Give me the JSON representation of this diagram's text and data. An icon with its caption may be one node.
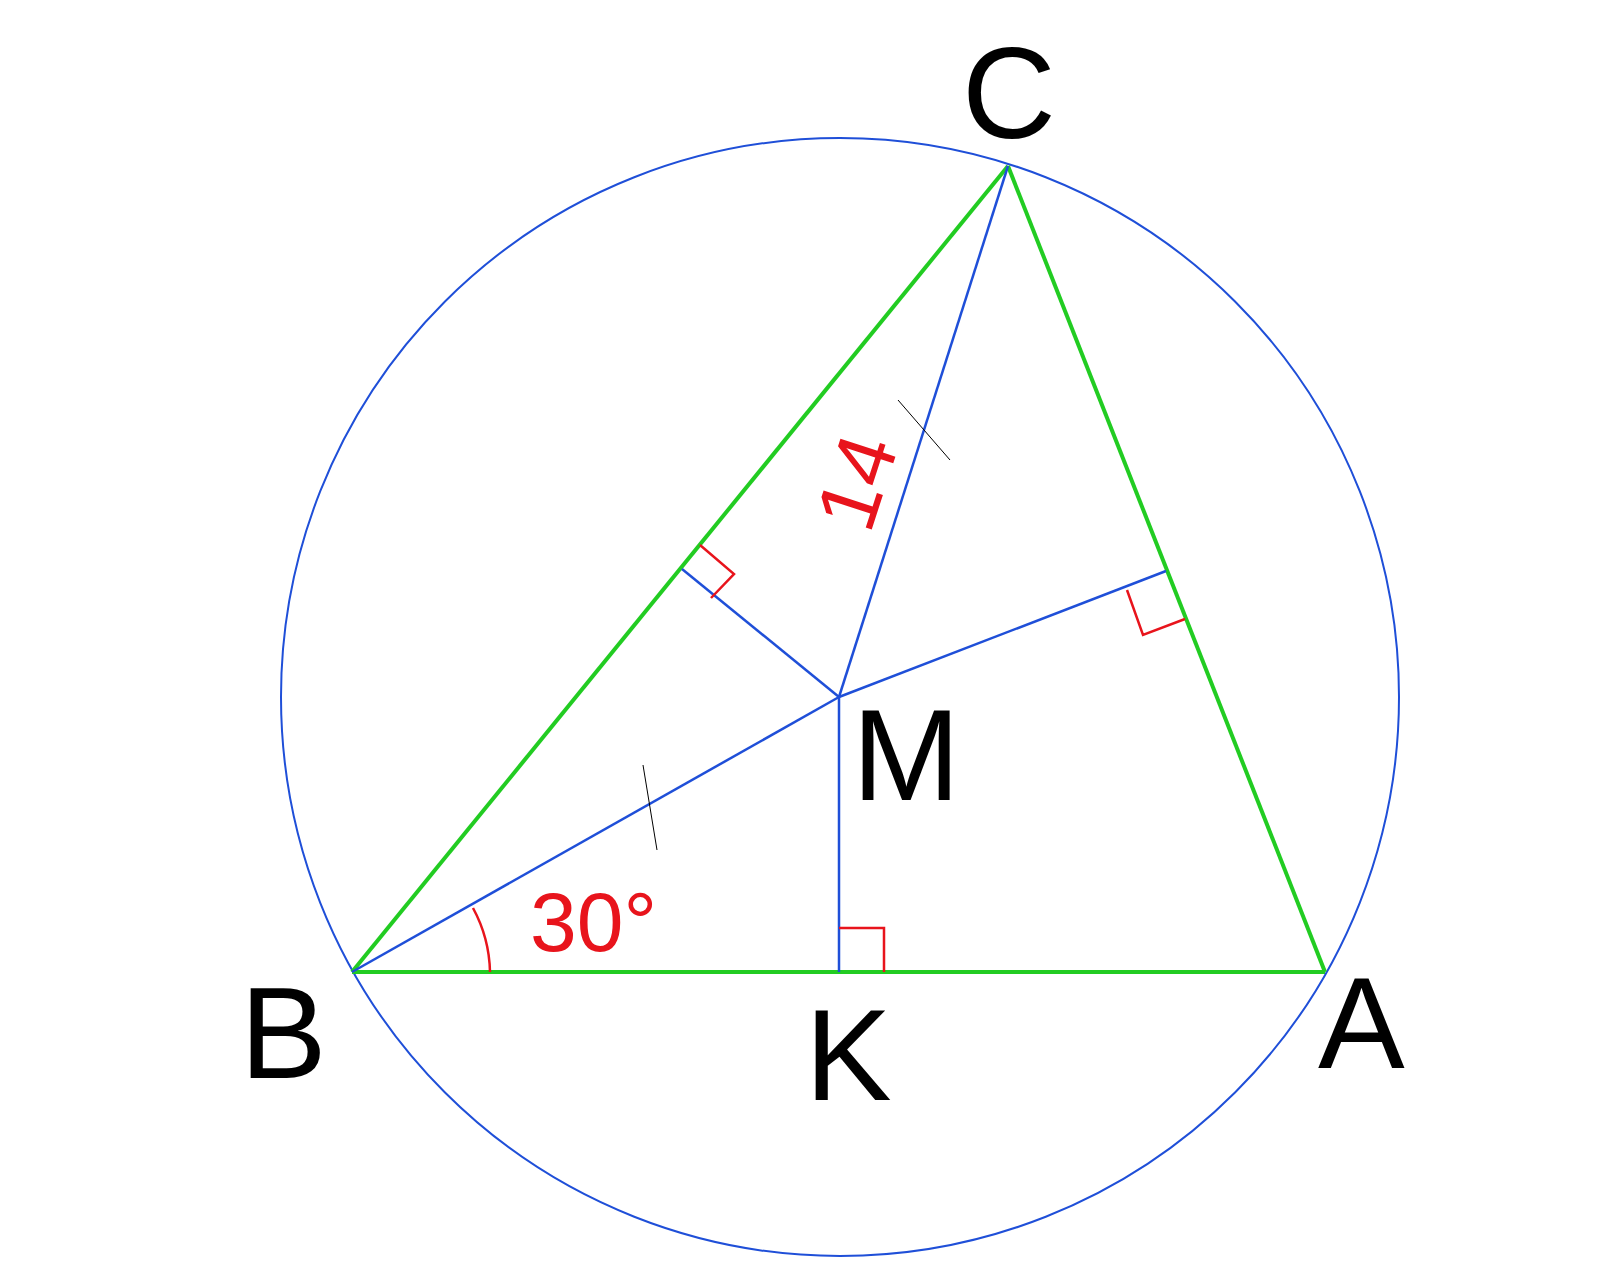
{
  "diagram": {
    "nodes": [
      {
        "text": [
          "C"
        ]
      },
      {
        "text": [
          "M"
        ]
      },
      {
        "text": [
          "B"
        ]
      },
      {
        "text": [
          "K"
        ]
      },
      {
        "text": [
          "A"
        ]
      }
    ],
    "edges": [
      {
        "from": 2,
        "to": 0,
        "arrow": "none",
        "color": "#22cc22"
      },
      {
        "from": 0,
        "to": 4,
        "arrow": "none",
        "color": "#22cc22"
      },
      {
        "from": 2,
        "to": 3,
        "arrow": "none",
        "color": "#22cc22"
      },
      {
        "from": 3,
        "to": 4,
        "arrow": "none",
        "color": "#22cc22"
      },
      {
        "from": 1,
        "to": 0,
        "arrow": "none",
        "label": "14"
      },
      {
        "from": 1,
        "to": 2,
        "arrow": "none"
      },
      {
        "from": 1,
        "to": 3,
        "arrow": "none"
      },
      {
        "from": 1,
        "to": null,
        "arrow": "none"
      },
      {
        "from": 1,
        "to": null,
        "arrow": "none"
      }
    ],
    "labels": [
      "30°"
    ]
  }
}
